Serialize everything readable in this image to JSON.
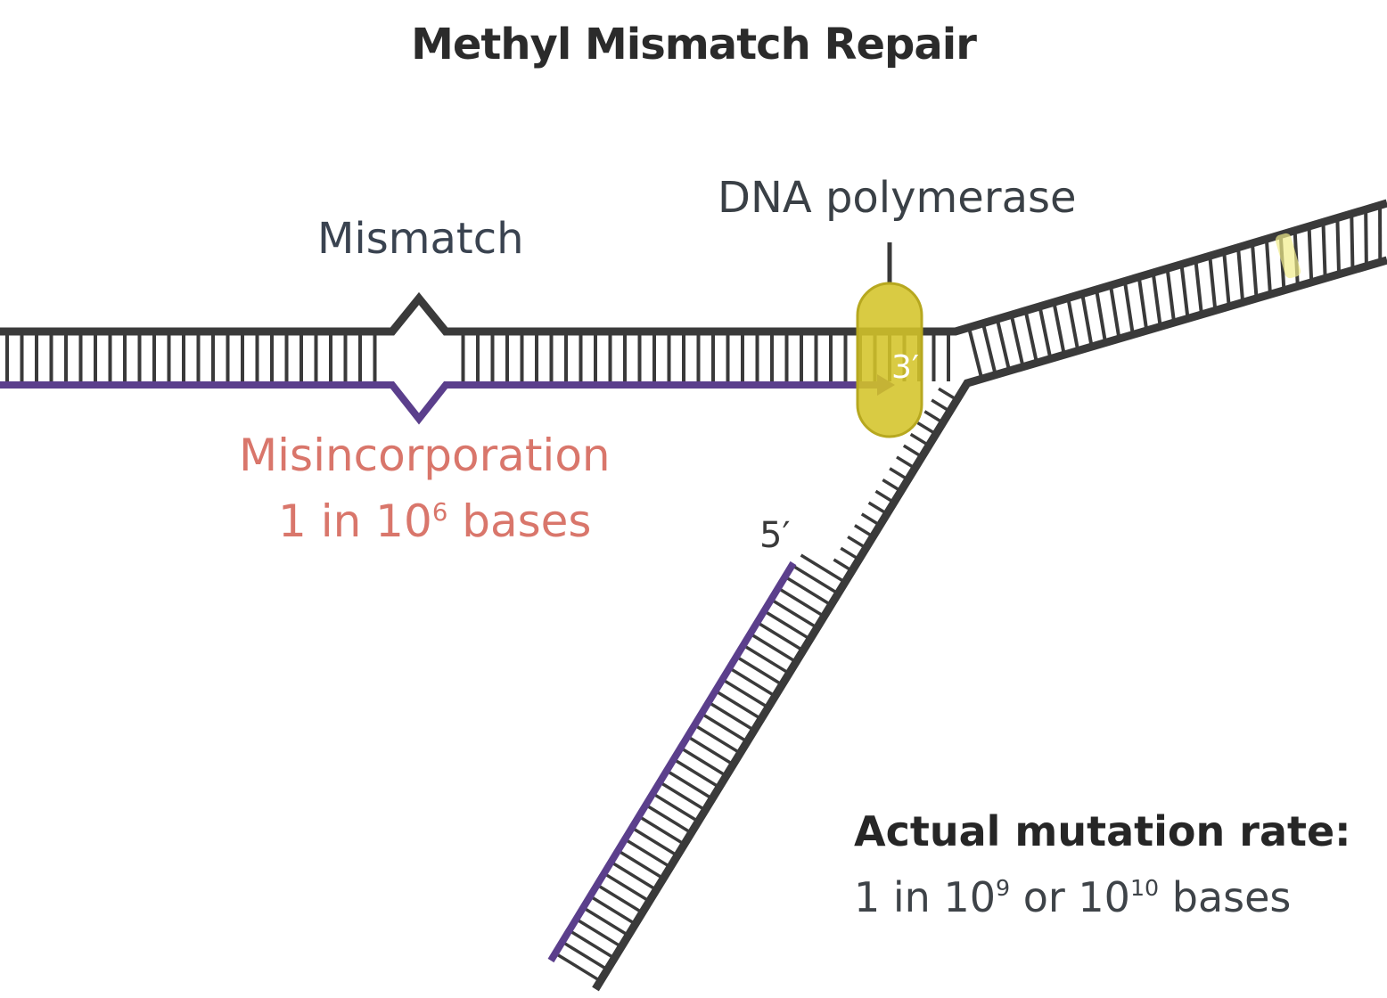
{
  "title": "Methyl Mismatch Repair",
  "labels": {
    "mismatch": "Mismatch",
    "dna_polymerase": "DNA polymerase",
    "misincorporation": "Misincorporation",
    "misincorporation_rate": {
      "prefix": "1 in 10",
      "exponent": "6",
      "suffix": " bases"
    },
    "five_prime": "5′",
    "three_prime": "3′",
    "actual_mutation_rate_title": "Actual mutation rate:",
    "actual_mutation_rate": {
      "prefix": "1 in 10",
      "exp1": "9",
      "middle": " or 10",
      "exp2": "10",
      "suffix": " bases"
    }
  },
  "colors": {
    "parental_strand": "#3a3a3a",
    "new_strand": "#5b3f8c",
    "polymerase": "#d4c429",
    "misincorporation_text": "#d9766b"
  }
}
